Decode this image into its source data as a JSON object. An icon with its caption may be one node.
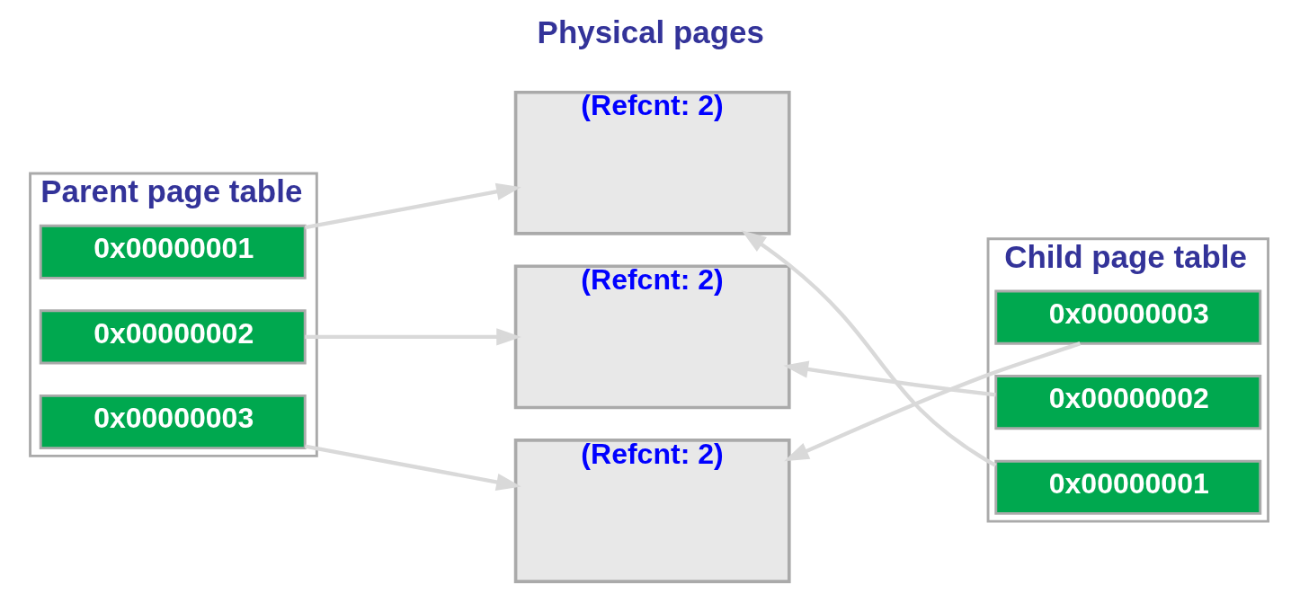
{
  "diagram": {
    "nodes": [
      {
        "text": [
          "Parent page table"
        ]
      },
      {
        "text": [
          "0x00000001"
        ],
        "in": 0
      },
      {
        "text": [
          "0x00000002"
        ],
        "in": 0
      },
      {
        "text": [
          "0x00000003"
        ],
        "in": 0
      },
      {
        "text": [
          "(Refcnt: 2)"
        ]
      },
      {
        "text": [
          "(Refcnt: 2)"
        ]
      },
      {
        "text": [
          "(Refcnt: 2)"
        ]
      },
      {
        "text": [
          "Child page table"
        ]
      },
      {
        "text": [
          "0x00000001"
        ],
        "in": 7
      },
      {
        "text": [
          "0x00000002"
        ],
        "in": 7
      },
      {
        "text": [
          "0x00000003"
        ],
        "in": 7
      }
    ],
    "edges": [
      {
        "from": 1,
        "to": 4,
        "arrow": "to"
      },
      {
        "from": 2,
        "to": 5,
        "arrow": "to"
      },
      {
        "from": 3,
        "to": 6,
        "arrow": "to"
      },
      {
        "from": 8,
        "to": 4,
        "arrow": "to"
      },
      {
        "from": 9,
        "to": 5,
        "arrow": "to"
      },
      {
        "from": 10,
        "to": 6,
        "arrow": "to"
      }
    ],
    "labels": [
      "Physical pages"
    ]
  }
}
